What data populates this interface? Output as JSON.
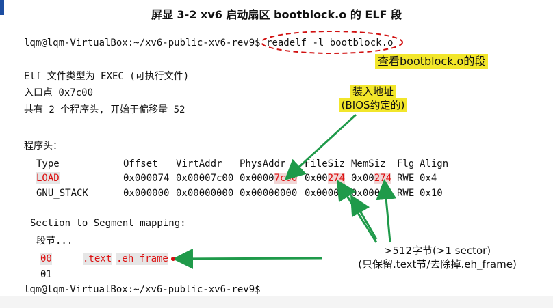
{
  "title": "屏显 3-2 xv6 启动扇区 bootblock.o 的 ELF 段",
  "terminal": {
    "prompt1": "lqm@lqm-VirtualBox:~/xv6-public-xv6-rev9",
    "cmd1": "$ readelf -l bootblock.o",
    "elf_type": "Elf 文件类型为 EXEC (可执行文件)",
    "entry": "入口点 0x7c00",
    "headers_count": "共有 2 个程序头, 开始于偏移量 52",
    "ph_title": "程序头：",
    "columns": [
      "Type",
      "Offset",
      "VirtAddr",
      "PhysAddr",
      "FileSiz",
      "MemSiz",
      "Flg",
      "Align"
    ],
    "rows": [
      {
        "type": "LOAD",
        "offset": "0x000074",
        "virt": "0x00007c00",
        "phys_a": "0x0000",
        "phys_b": "7c00",
        "file_a": "0x00",
        "file_b": "274",
        "mem_a": "0x00",
        "mem_b": "274",
        "flg": "RWE",
        "align": "0x4"
      },
      {
        "type": "GNU_STACK",
        "offset": "0x000000",
        "virt": "0x00000000",
        "phys": "0x00000000",
        "file": "0x00000",
        "mem": "0x00000",
        "flg": "RWE",
        "align": "0x10"
      }
    ],
    "section_map_title": "Section to Segment mapping:",
    "section_label": "段节...",
    "seg0_num": "00",
    "seg0_sections_a": ".text",
    "seg0_sections_b": ".eh_frame",
    "seg1_num": "01",
    "prompt2": "lqm@lqm-VirtualBox:~/xv6-public-xv6-rev9$"
  },
  "annotations": {
    "view_segments": "查看bootblock.o的段",
    "load_addr_line1": "装入地址",
    "load_addr_line2": "(BIOS约定的)",
    "size_line1": ">512字节(>1 sector)",
    "size_line2": "(只保留.text节/去除掉.eh_frame)"
  },
  "colors": {
    "accent_red": "#d11111",
    "arrow_green": "#1f9a4a",
    "callout_yellow": "#f2e62b",
    "left_bar_blue": "#1d4ea1"
  }
}
